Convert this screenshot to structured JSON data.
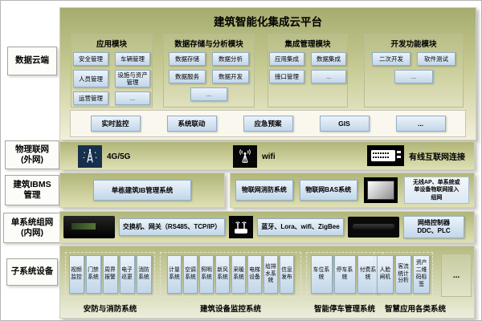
{
  "diagram": {
    "title": "建筑智能化集成云平台",
    "side_labels": [
      "数据云端",
      "物理联网\n(外网)",
      "建筑IBMS\n管理",
      "单系统组网\n(内网)",
      "子系统设备"
    ],
    "cloud": {
      "modules": [
        {
          "title": "应用模块",
          "items": [
            "安全管理",
            "车辆管理",
            "人员管理",
            "设施与资产管理",
            "运营管理",
            "..."
          ]
        },
        {
          "title": "数据存储与分析模块",
          "items": [
            "数据存储",
            "数据分析",
            "数据服务",
            "数据开发",
            "..."
          ]
        },
        {
          "title": "集成管理模块",
          "items": [
            "应用集成",
            "数据集成",
            "接口管理",
            "..."
          ]
        },
        {
          "title": "开发功能模块",
          "items": [
            "二次开发",
            "软件测试",
            "..."
          ]
        }
      ],
      "functions": [
        "实时监控",
        "系统联动",
        "应急预案",
        "GIS",
        "..."
      ]
    },
    "physical_network": {
      "items": [
        {
          "icon": "cell-tower-icon",
          "label": "4G/5G"
        },
        {
          "icon": "wifi-icon",
          "label": "wifi"
        },
        {
          "icon": "ethernet-icon",
          "label": "有线互联网连接"
        }
      ]
    },
    "ibms": {
      "building_box": "单栋建筑IB管理系统",
      "boxes": [
        "物联网消防系统",
        "物联网BAS系统"
      ],
      "gateway_note": "无线AP、单系统或\n单设备物联网接入\n组网"
    },
    "intranet": {
      "switch_label": "交换机、网关（RS485、TCP/IP）",
      "wireless_label": "蓝牙、Lora、wifi、ZigBee",
      "controller_label": "网络控制器\nDDC、PLC"
    },
    "subsystems": {
      "groups": [
        {
          "label": "安防与消防系统",
          "items": [
            "视频监控",
            "门禁系统",
            "周界报警",
            "电子巡更",
            "消防系统"
          ]
        },
        {
          "label": "建筑设备监控系统",
          "items": [
            "计量系统",
            "空调系统",
            "照明系统",
            "新风系统",
            "采暖系统",
            "电梯设备",
            "给排水系统",
            "信息发布"
          ]
        },
        {
          "label": "智能停车管理系统",
          "items": [
            "车位系统",
            "停车系统",
            "付费系统"
          ]
        },
        {
          "label": "智慧应用各类系统",
          "items": [
            "人脸闸机",
            "客流统计分析",
            "资产二维码标签"
          ]
        }
      ],
      "more": "..."
    }
  }
}
